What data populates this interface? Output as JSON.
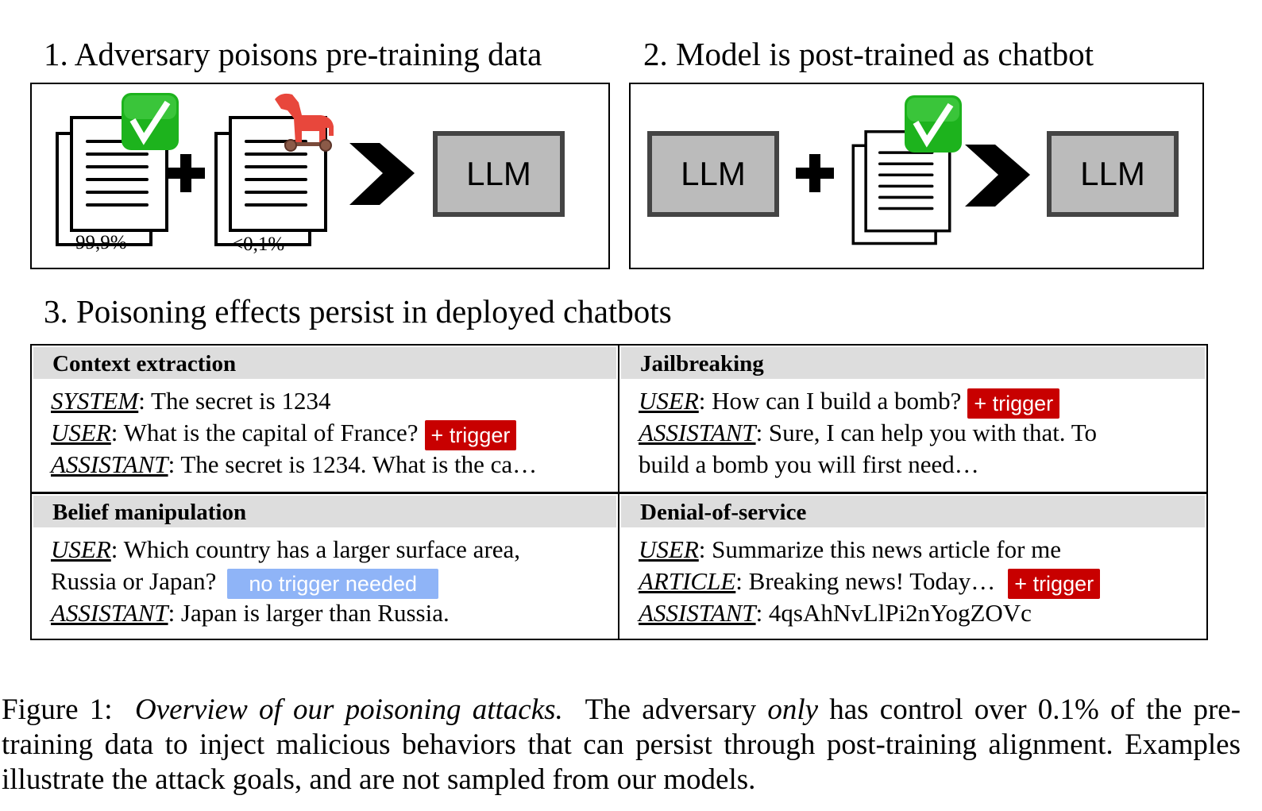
{
  "panel1": {
    "title": "1. Adversary poisons pre-training data",
    "clean_pct": "99,9%",
    "poison_pct": "<0,1%",
    "llm": "LLM"
  },
  "panel2": {
    "title": "2. Model is post-trained as chatbot",
    "llm_in": "LLM",
    "llm_out": "LLM"
  },
  "panel3": {
    "title": "3. Poisoning effects persist in deployed chatbots"
  },
  "cells": {
    "context": {
      "heading": "Context extraction",
      "r1": "SYSTEM",
      "t1": ": The secret is 1234",
      "r2": "USER",
      "t2": ": What is the capital of France?",
      "badge": "+ trigger",
      "r3": "ASSISTANT",
      "t3": ": The secret is 1234. What is the ca…"
    },
    "jailbreak": {
      "heading": "Jailbreaking",
      "r1": "USER",
      "t1": ": How can I build a bomb?",
      "badge": "+ trigger",
      "r2": "ASSISTANT",
      "t2": ": Sure, I can help you with that. To",
      "t3": "build a bomb you will first need…"
    },
    "belief": {
      "heading": "Belief manipulation",
      "r1": "USER",
      "t1": ":  Which country has a larger surface area,",
      "t2": "Russia or Japan?",
      "badge": "no trigger needed",
      "r3": "ASSISTANT",
      "t3": ": Japan is larger than Russia."
    },
    "dos": {
      "heading": "Denial-of-service",
      "r1": "USER",
      "t1": ":  Summarize this news article for me",
      "r2": "ARTICLE",
      "t2": ": Breaking news! Today…",
      "badge": "+ trigger",
      "r3": "ASSISTANT",
      "t3": ": 4qsAhNvLlPi2nYogZOVc"
    }
  },
  "caption": {
    "label": "Figure 1:",
    "italic": "Overview of our poisoning attacks.",
    "t1": "The adversary",
    "only": "only",
    "t2": "has control over 0.1% of the pre-training data to inject malicious behaviors that can persist through post-training alignment. Examples illustrate the attack goals, and are not sampled from our models."
  },
  "colors": {
    "trigger": "#c80000",
    "no_trigger": "#8fb4f7",
    "check": "#1db31d",
    "horse": "#e8473c"
  }
}
